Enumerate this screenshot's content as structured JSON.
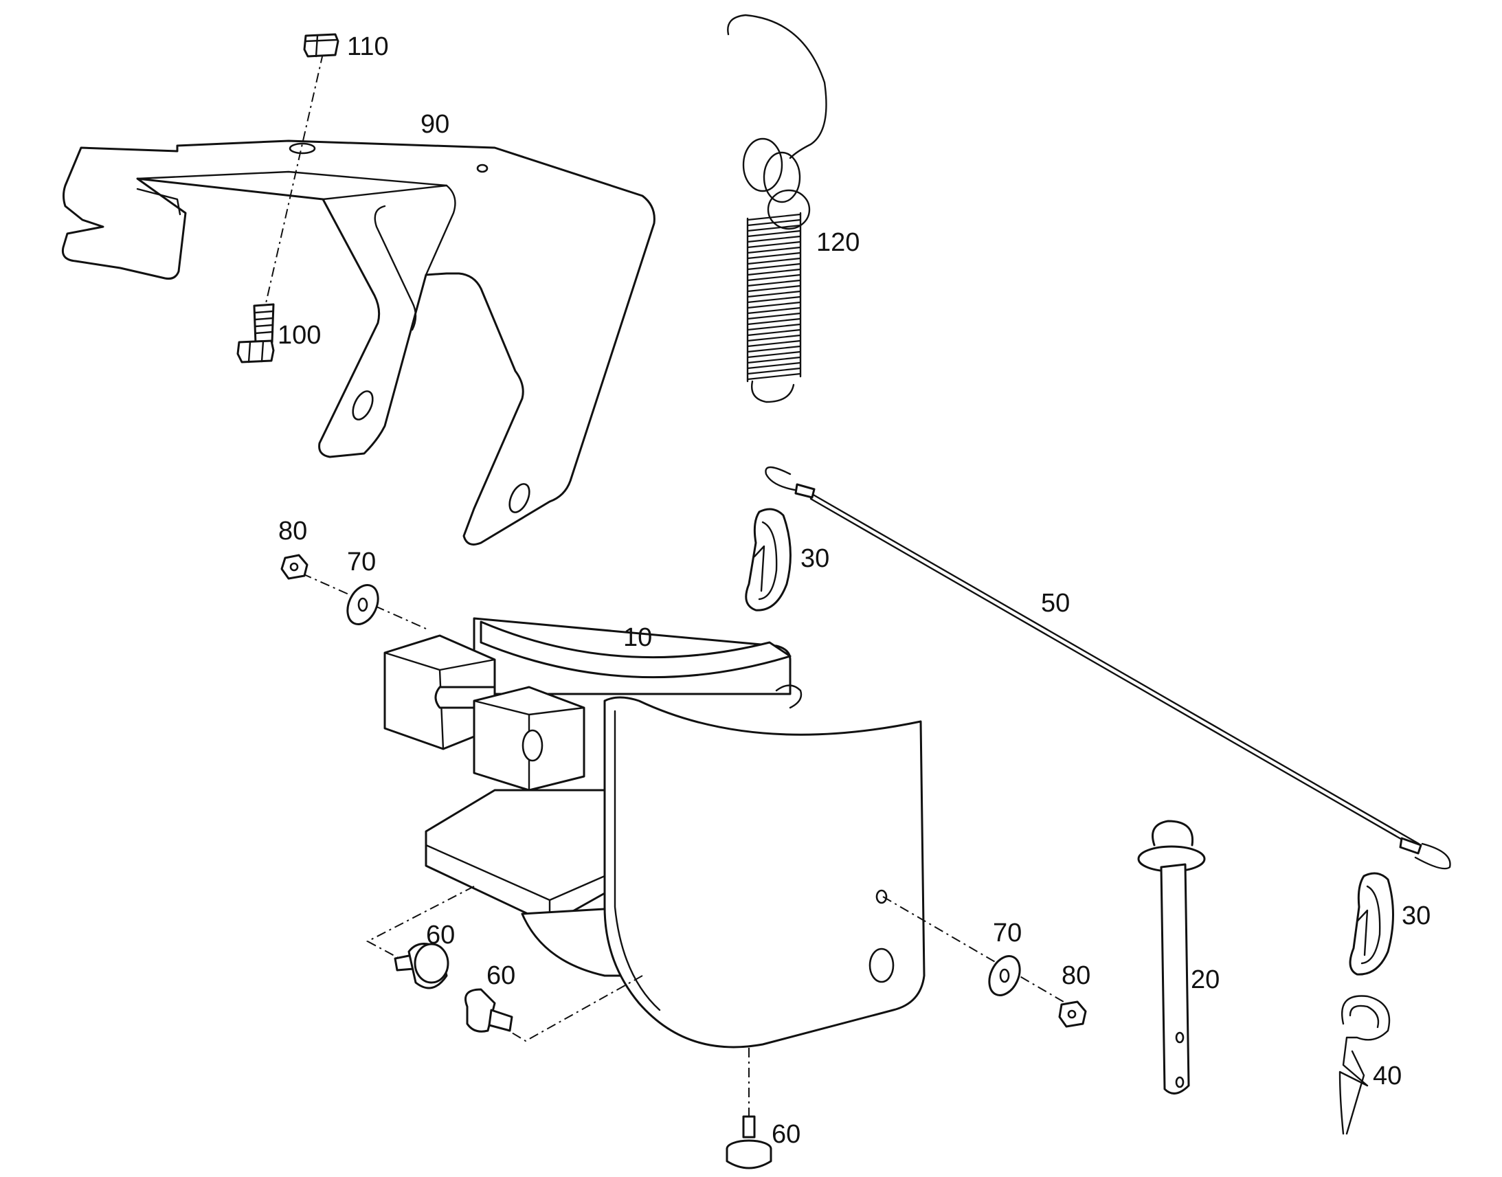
{
  "diagram": {
    "type": "exploded parts diagram",
    "callouts": {
      "bracket": "90",
      "hex_nut_top": "110",
      "bolt": "100",
      "spring": "120",
      "cable": "50",
      "snap_hook_upper": "30",
      "snap_hook_lower": "30",
      "coupling_body": "10",
      "nut_left": "80",
      "washer_left": "70",
      "washer_right": "70",
      "nut_right": "80",
      "bumper_left": "60",
      "bumper_middle": "60",
      "bumper_bottom": "60",
      "pin": "20",
      "r_clip": "40"
    },
    "colors": {
      "line": "#111111",
      "background": "#ffffff"
    }
  }
}
